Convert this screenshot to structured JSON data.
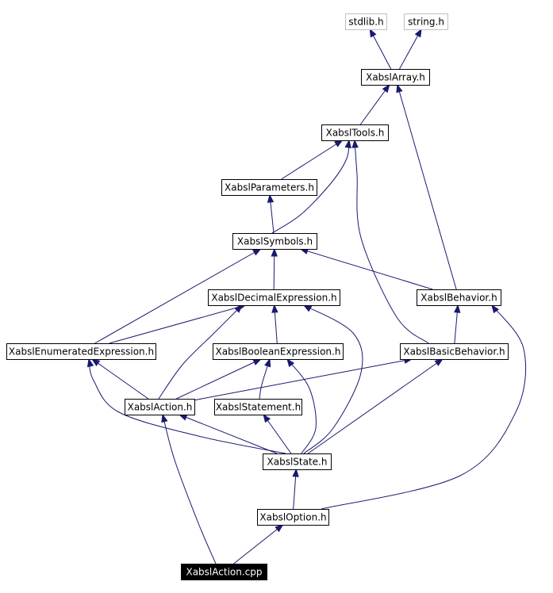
{
  "diagram": {
    "colors": {
      "edge": "#191970",
      "node_border": "#000000",
      "external_border": "#c0c0c0",
      "focus_fill": "#000000",
      "focus_text": "#ffffff"
    },
    "nodes": [
      {
        "id": "stdlib",
        "label": "stdlib.h",
        "kind": "external"
      },
      {
        "id": "string",
        "label": "string.h",
        "kind": "external"
      },
      {
        "id": "array",
        "label": "XabslArray.h",
        "kind": "header"
      },
      {
        "id": "tools",
        "label": "XabslTools.h",
        "kind": "header"
      },
      {
        "id": "params",
        "label": "XabslParameters.h",
        "kind": "header"
      },
      {
        "id": "symbols",
        "label": "XabslSymbols.h",
        "kind": "header"
      },
      {
        "id": "decimal",
        "label": "XabslDecimalExpression.h",
        "kind": "header"
      },
      {
        "id": "behavior",
        "label": "XabslBehavior.h",
        "kind": "header"
      },
      {
        "id": "enumerated",
        "label": "XabslEnumeratedExpression.h",
        "kind": "header"
      },
      {
        "id": "boolean",
        "label": "XabslBooleanExpression.h",
        "kind": "header"
      },
      {
        "id": "basic",
        "label": "XabslBasicBehavior.h",
        "kind": "header"
      },
      {
        "id": "action_h",
        "label": "XabslAction.h",
        "kind": "header"
      },
      {
        "id": "statement",
        "label": "XabslStatement.h",
        "kind": "header"
      },
      {
        "id": "state",
        "label": "XabslState.h",
        "kind": "header"
      },
      {
        "id": "option",
        "label": "XabslOption.h",
        "kind": "header"
      },
      {
        "id": "action_cpp",
        "label": "XabslAction.cpp",
        "kind": "focus"
      }
    ],
    "edges": [
      {
        "from": "array",
        "to": "stdlib"
      },
      {
        "from": "array",
        "to": "string"
      },
      {
        "from": "tools",
        "to": "array"
      },
      {
        "from": "behavior",
        "to": "array"
      },
      {
        "from": "params",
        "to": "tools"
      },
      {
        "from": "symbols",
        "to": "tools"
      },
      {
        "from": "basic",
        "to": "tools"
      },
      {
        "from": "symbols",
        "to": "params"
      },
      {
        "from": "decimal",
        "to": "symbols"
      },
      {
        "from": "behavior",
        "to": "symbols"
      },
      {
        "from": "enumerated",
        "to": "symbols"
      },
      {
        "from": "enumerated",
        "to": "decimal"
      },
      {
        "from": "boolean",
        "to": "decimal"
      },
      {
        "from": "action_h",
        "to": "decimal"
      },
      {
        "from": "state",
        "to": "decimal"
      },
      {
        "from": "basic",
        "to": "behavior"
      },
      {
        "from": "option",
        "to": "behavior"
      },
      {
        "from": "action_h",
        "to": "enumerated"
      },
      {
        "from": "state",
        "to": "enumerated"
      },
      {
        "from": "action_h",
        "to": "boolean"
      },
      {
        "from": "statement",
        "to": "boolean"
      },
      {
        "from": "state",
        "to": "boolean"
      },
      {
        "from": "action_h",
        "to": "basic"
      },
      {
        "from": "state",
        "to": "basic"
      },
      {
        "from": "state",
        "to": "action_h"
      },
      {
        "from": "action_cpp",
        "to": "action_h"
      },
      {
        "from": "state",
        "to": "statement"
      },
      {
        "from": "option",
        "to": "state"
      },
      {
        "from": "action_cpp",
        "to": "option"
      }
    ]
  }
}
